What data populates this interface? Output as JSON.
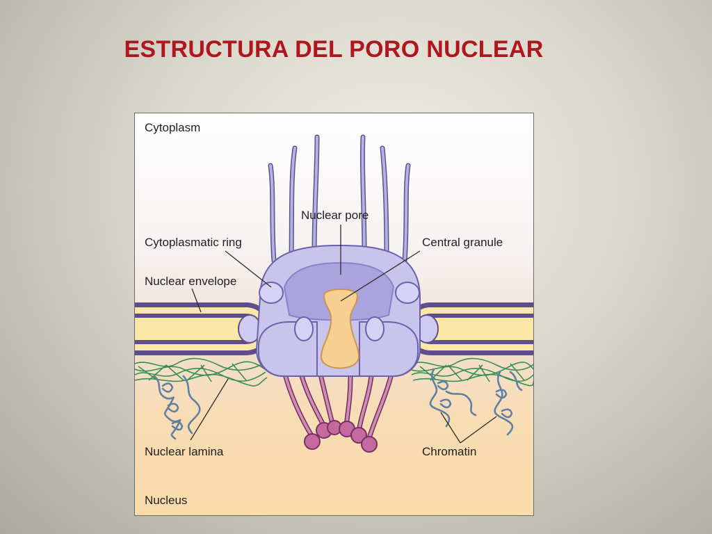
{
  "title": "ESTRUCTURA DEL PORO NUCLEAR",
  "labels": {
    "cytoplasm": "Cytoplasm",
    "nuclear_pore": "Nuclear pore",
    "cytoplasmatic_ring": "Cytoplasmatic ring",
    "central_granule": "Central granule",
    "nuclear_envelope": "Nuclear envelope",
    "nuclear_lamina": "Nuclear lamina",
    "chromatin": "Chromatin",
    "nucleus": "Nucleus"
  },
  "colors": {
    "title": "#b0161e",
    "pore_complex": "#c9c4ec",
    "pore_outline": "#6a62a8",
    "central_granule": "#f7cf90",
    "envelope_lumen": "#fbe7a6",
    "envelope_membrane": "#5e4f8c",
    "nuclear_lamina": "#2e8a4e",
    "chromatin": "#5f7fa3",
    "basket_filaments": "#b06a96",
    "cytoplasmic_filaments": "#7a6fa8"
  }
}
